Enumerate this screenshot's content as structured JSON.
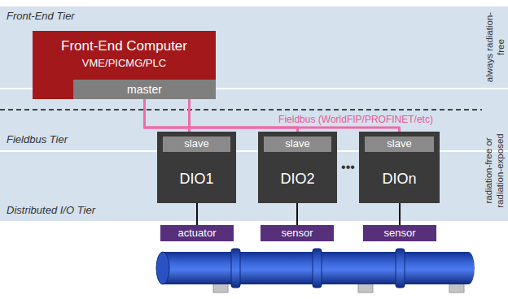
{
  "diagram": {
    "nodes": [
      {
        "text": [
          "Front-End Tier"
        ]
      },
      {
        "text": [
          "Fieldbus Tier"
        ]
      },
      {
        "text": [
          "Distributed I/O Tier"
        ]
      },
      {
        "text": [
          "Front-End Computer",
          "VME/PICMG/PLC"
        ]
      },
      {
        "text": [
          "master"
        ],
        "in": 3
      },
      {
        "text": [
          "DIO1"
        ]
      },
      {
        "text": [
          "slave"
        ],
        "in": 5
      },
      {
        "text": [
          "DIO2"
        ]
      },
      {
        "text": [
          "slave"
        ],
        "in": 7
      },
      {
        "text": [
          "DIOn"
        ]
      },
      {
        "text": [
          "slave"
        ],
        "in": 9
      },
      {
        "text": [
          "actuator"
        ]
      },
      {
        "text": [
          "sensor"
        ]
      },
      {
        "text": [
          "sensor"
        ]
      }
    ],
    "edges": [
      {
        "from": 4,
        "to": 6,
        "arrow": "none"
      },
      {
        "from": 4,
        "to": 8,
        "arrow": "none"
      },
      {
        "from": 4,
        "to": 10,
        "arrow": "none"
      },
      {
        "from": 5,
        "to": 11,
        "arrow": "none"
      },
      {
        "from": 7,
        "to": 12,
        "arrow": "none"
      },
      {
        "from": 9,
        "to": 13,
        "arrow": "none"
      }
    ],
    "labels": [
      "Fieldbus (WorldFIP/PROFINET/etc)",
      "•••",
      "always radiation-free",
      "radiation-free or radiation-exposed"
    ]
  }
}
